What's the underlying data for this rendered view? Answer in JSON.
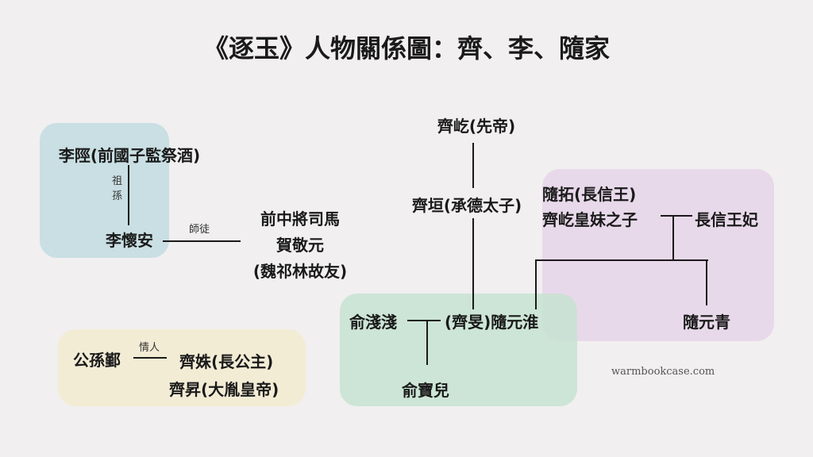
{
  "title": "《逐玉》人物關係圖：齊、李、隨家",
  "groups": {
    "li": {
      "color": "#c9dfe3",
      "grandfather": "李陘(前國子監祭酒)",
      "grandfather_rel": "祖孫",
      "grandson": "李懷安",
      "mentor_rel": "師徒",
      "mentor_lines": [
        "前中將司馬",
        "賀敬元",
        "(魏祁林故友)"
      ]
    },
    "qi": {
      "emperor": "齊屹(先帝)",
      "prince": "齊垣(承德太子)"
    },
    "sui": {
      "color": "#e8d9ea",
      "king_lines": [
        "隨拓(長信王)",
        "齊屹皇妹之子"
      ],
      "consort": "長信王妃",
      "son": "隨元青"
    },
    "yu": {
      "color": "#cfe6d9",
      "mother": "俞淺淺",
      "father": "(齊旻)隨元淮",
      "child": "俞寶兒"
    },
    "gongsun": {
      "color": "#f3ecd5",
      "lover": "公孫鄞",
      "lover_rel": "情人",
      "princess": "齊姝(長公主)",
      "emperor": "齊昇(大胤皇帝)"
    }
  },
  "watermark": "warmbookcase.com"
}
